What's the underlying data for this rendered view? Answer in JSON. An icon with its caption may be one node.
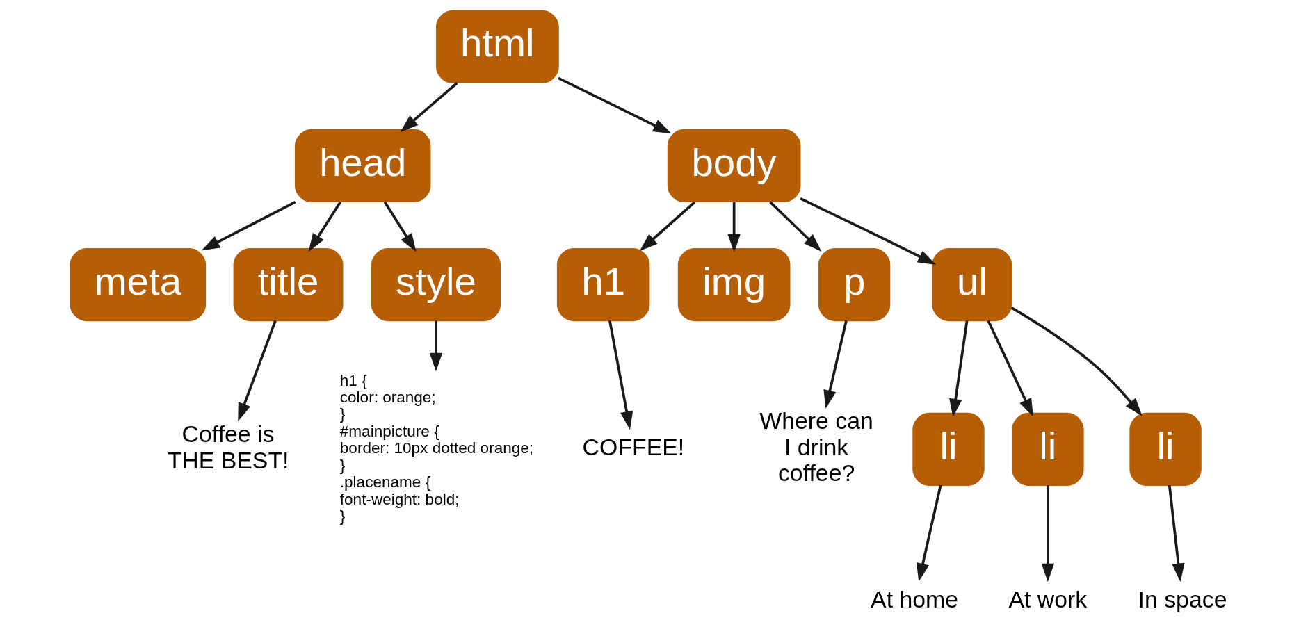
{
  "diagram": {
    "nodes": [
      {
        "text": [
          "html"
        ]
      },
      {
        "text": [
          "head"
        ]
      },
      {
        "text": [
          "body"
        ]
      },
      {
        "text": [
          "meta"
        ]
      },
      {
        "text": [
          "title"
        ]
      },
      {
        "text": [
          "style"
        ]
      },
      {
        "text": [
          "h1"
        ]
      },
      {
        "text": [
          "img"
        ]
      },
      {
        "text": [
          "p"
        ]
      },
      {
        "text": [
          "ul"
        ]
      },
      {
        "text": [
          "li"
        ]
      },
      {
        "text": [
          "li"
        ]
      },
      {
        "text": [
          "li"
        ]
      },
      {
        "text": [
          "Coffee is THE BEST!"
        ]
      },
      {
        "text": [
          "h1 { color: orange; } #mainpicture { border: 10px dotted orange; } .placename { font-weight: bold; }"
        ]
      },
      {
        "text": [
          "COFFEE!"
        ]
      },
      {
        "text": [
          "Where can I drink coffee?"
        ]
      },
      {
        "text": [
          "At home"
        ]
      },
      {
        "text": [
          "At work"
        ]
      },
      {
        "text": [
          "In space"
        ]
      }
    ],
    "edges": [
      {
        "from": 0,
        "to": 1,
        "arrow": "to"
      },
      {
        "from": 0,
        "to": 2,
        "arrow": "to"
      },
      {
        "from": 1,
        "to": 3,
        "arrow": "to"
      },
      {
        "from": 1,
        "to": 4,
        "arrow": "to"
      },
      {
        "from": 1,
        "to": 5,
        "arrow": "to"
      },
      {
        "from": 2,
        "to": 6,
        "arrow": "to"
      },
      {
        "from": 2,
        "to": 7,
        "arrow": "to"
      },
      {
        "from": 2,
        "to": 8,
        "arrow": "to"
      },
      {
        "from": 2,
        "to": 9,
        "arrow": "to"
      },
      {
        "from": 9,
        "to": 10,
        "arrow": "to"
      },
      {
        "from": 9,
        "to": 11,
        "arrow": "to"
      },
      {
        "from": 9,
        "to": 12,
        "arrow": "to"
      },
      {
        "from": 4,
        "to": 13,
        "arrow": "to"
      },
      {
        "from": 5,
        "to": 14,
        "arrow": "to"
      },
      {
        "from": 6,
        "to": 15,
        "arrow": "to"
      },
      {
        "from": 8,
        "to": 16,
        "arrow": "to"
      },
      {
        "from": 10,
        "to": 17,
        "arrow": "to"
      },
      {
        "from": 11,
        "to": 18,
        "arrow": "to"
      },
      {
        "from": 12,
        "to": 19,
        "arrow": "to"
      }
    ]
  }
}
